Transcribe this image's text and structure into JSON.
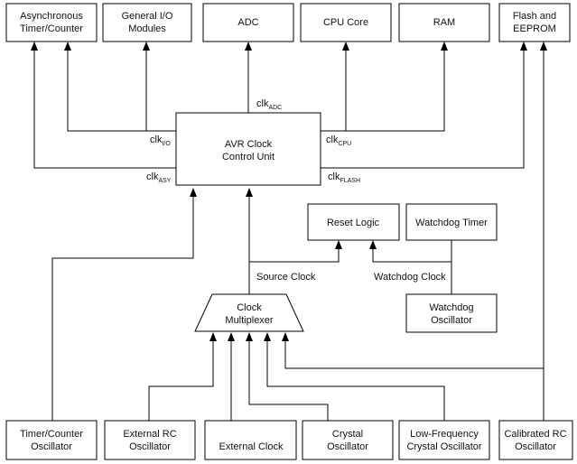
{
  "blocks": {
    "async_timer": [
      "Asynchronous",
      "Timer/Counter"
    ],
    "general_io": [
      "General I/O",
      "Modules"
    ],
    "adc": [
      "ADC"
    ],
    "cpu_core": [
      "CPU Core"
    ],
    "ram": [
      "RAM"
    ],
    "flash_eeprom": [
      "Flash and",
      "EEPROM"
    ],
    "clock_control": [
      "AVR Clock",
      "Control Unit"
    ],
    "reset_logic": [
      "Reset  Logic"
    ],
    "watchdog_timer": [
      "Watchdog  Timer"
    ],
    "clock_mux": [
      "Clock",
      "Multiplexer"
    ],
    "watchdog_osc": [
      "Watchdog",
      "Oscillator"
    ],
    "timer_osc": [
      "Timer/Counter",
      "Oscillator"
    ],
    "ext_rc_osc": [
      "External RC",
      "Oscillator"
    ],
    "ext_clock": [
      "External Clock"
    ],
    "crystal_osc": [
      "Crystal",
      "Oscillator"
    ],
    "lowfreq_osc": [
      "Low-Frequency",
      "Crystal Oscillator"
    ],
    "cal_rc_osc": [
      "Calibrated RC",
      "Oscillator"
    ]
  },
  "signals": {
    "adc": {
      "base": "clk",
      "sub": "ADC"
    },
    "io": {
      "base": "clk",
      "sub": "I/O"
    },
    "cpu": {
      "base": "clk",
      "sub": "CPU"
    },
    "asy": {
      "base": "clk",
      "sub": "ASY"
    },
    "flash": {
      "base": "clk",
      "sub": "FLASH"
    },
    "source_clock": "Source Clock",
    "watchdog_clock": "Watchdog Clock"
  }
}
